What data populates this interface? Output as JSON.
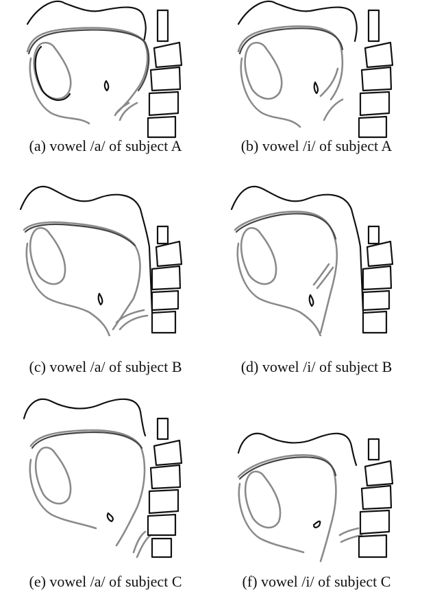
{
  "panels": [
    {
      "caption": "(a) vowel /a/ of subject A"
    },
    {
      "caption": "(b) vowel /i/ of subject A"
    },
    {
      "caption": "(c) vowel /a/ of subject B"
    },
    {
      "caption": "(d) vowel /i/ of subject B"
    },
    {
      "caption": "(e) vowel /a/ of subject C"
    },
    {
      "caption": "(f) vowel /i/ of subject C"
    }
  ]
}
